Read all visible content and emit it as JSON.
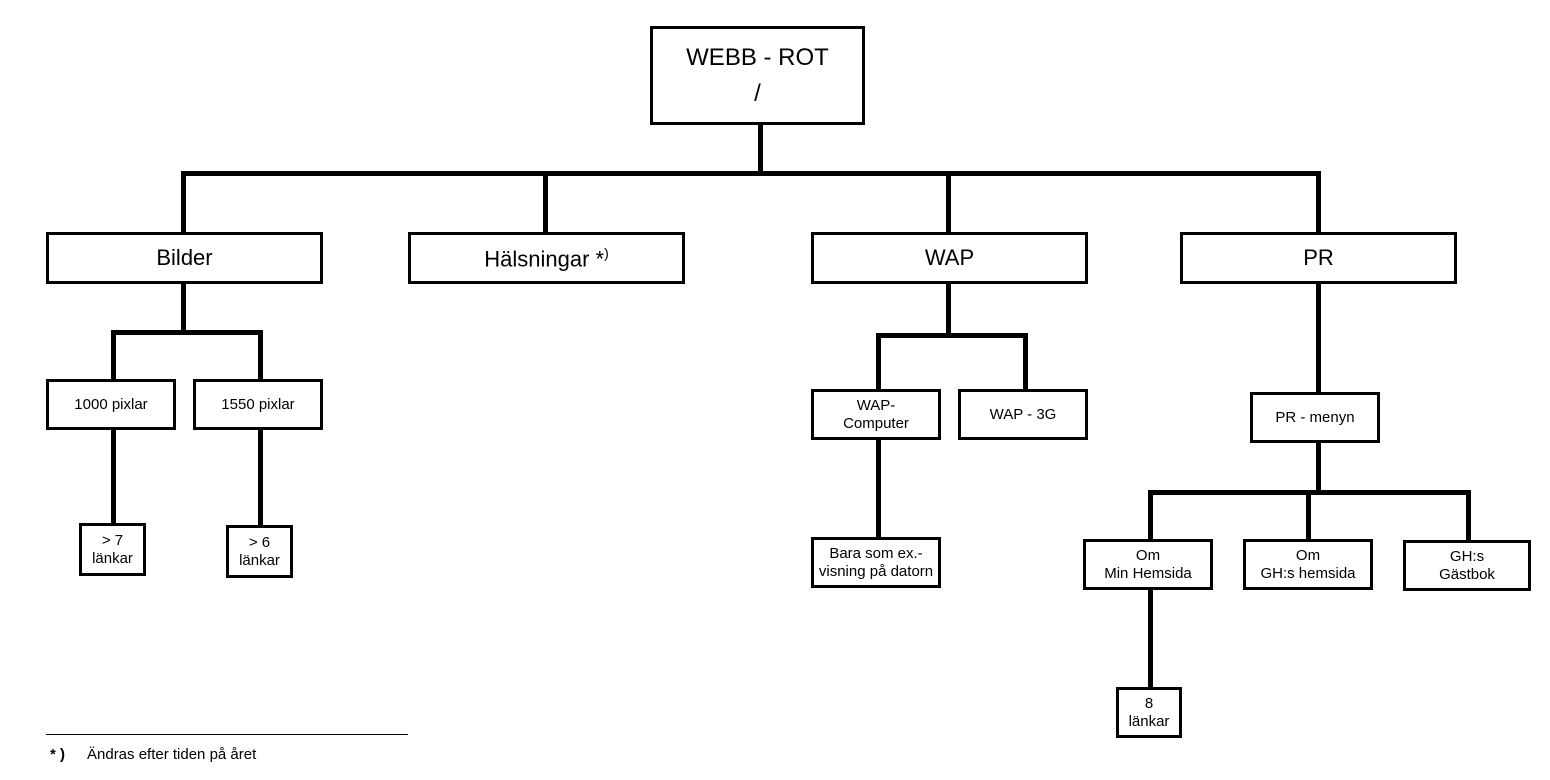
{
  "root": {
    "line1": "WEBB - ROT",
    "line2": "/"
  },
  "level1": {
    "bilder": "Bilder",
    "halsningar": "Hälsningar *",
    "halsningar_mark": ")",
    "wap": "WAP",
    "pr": "PR"
  },
  "bilder": {
    "px1000": "1000 pixlar",
    "px1550": "1550 pixlar",
    "links1000": [
      "> 7",
      "länkar"
    ],
    "links1550": [
      "> 6",
      "länkar"
    ]
  },
  "wap": {
    "computer": [
      "WAP-",
      "Computer"
    ],
    "g3": "WAP - 3G",
    "computer_note": [
      "Bara som ex.-",
      "visning på datorn"
    ]
  },
  "pr": {
    "menu": "PR - menyn",
    "om_min": [
      "Om",
      "Min Hemsida"
    ],
    "om_gh": [
      "Om",
      "GH:s hemsida"
    ],
    "gastbok": [
      "GH:s",
      "Gästbok"
    ],
    "om_min_links": [
      "8",
      "länkar"
    ]
  },
  "footnote": {
    "mark": "* )",
    "text": "Ändras efter tiden på året"
  }
}
